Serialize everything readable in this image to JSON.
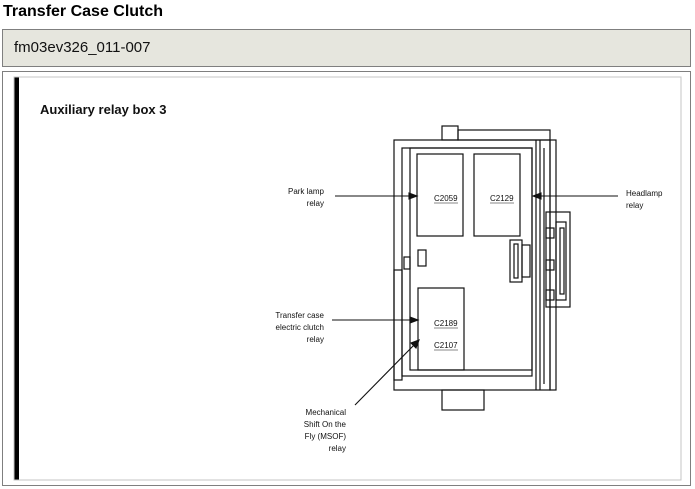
{
  "page": {
    "title": "Transfer Case Clutch"
  },
  "figure": {
    "id": "fm03ev326_011-007",
    "heading": "Auxiliary relay box 3",
    "relays": {
      "c2059": "C2059",
      "c2129": "C2129",
      "c2189": "C2189",
      "c2107": "C2107"
    },
    "callouts": {
      "park_lamp": [
        "Park lamp",
        "relay"
      ],
      "headlamp": [
        "Headlamp",
        "relay"
      ],
      "transfer_case": [
        "Transfer case",
        "electric clutch",
        "relay"
      ],
      "msof": [
        "Mechanical",
        "Shift On the",
        "Fly (MSOF)",
        "relay"
      ]
    }
  }
}
